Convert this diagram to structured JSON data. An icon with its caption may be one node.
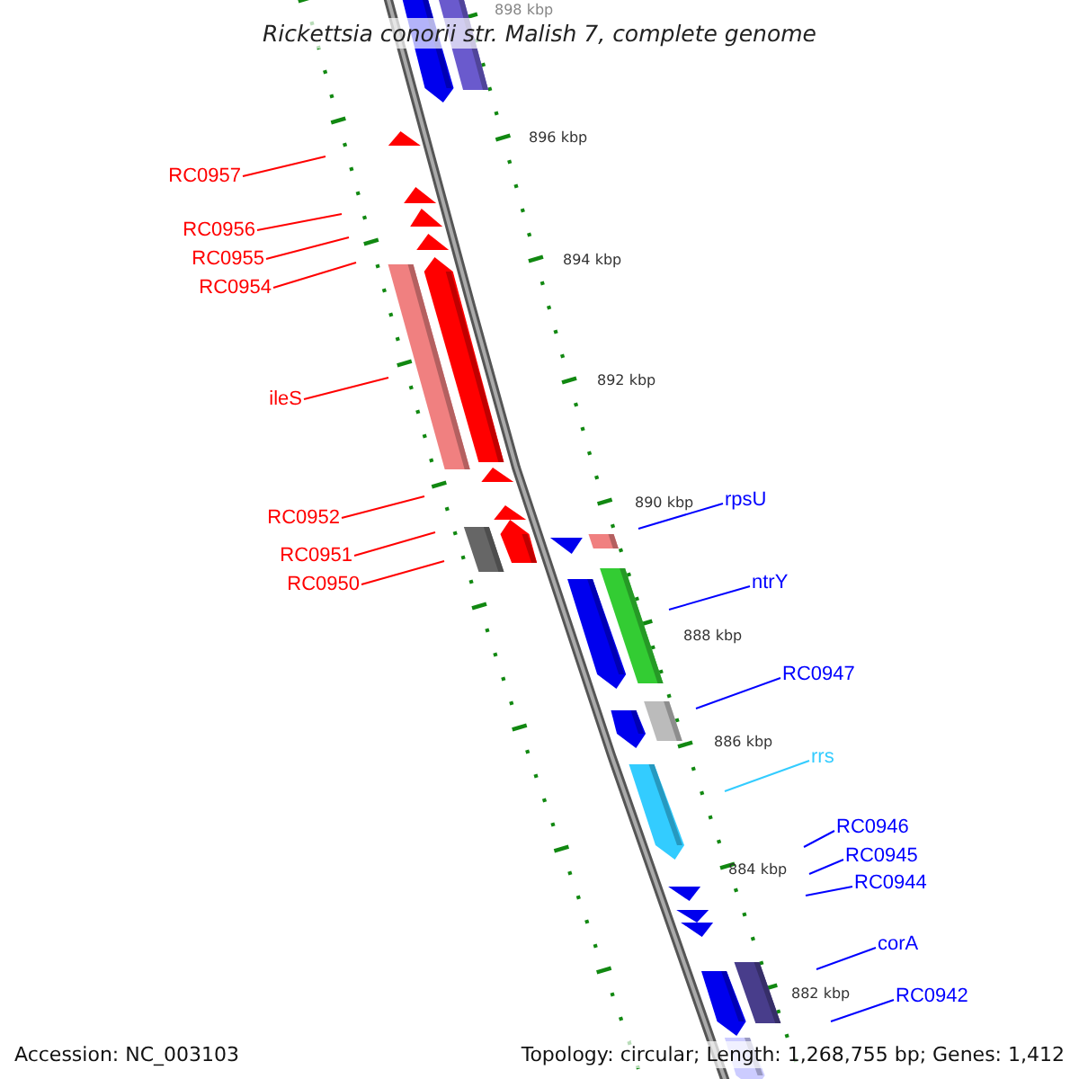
{
  "diagram": {
    "title": "Rickettsia conorii str. Malish 7, complete genome",
    "nodes": [
      {
        "text": [
          "RC0957"
        ]
      },
      {
        "text": [
          "RC0956"
        ]
      },
      {
        "text": [
          "RC0955"
        ]
      },
      {
        "text": [
          "RC0954"
        ]
      },
      {
        "text": [
          "ileS"
        ]
      },
      {
        "text": [
          "RC0952"
        ]
      },
      {
        "text": [
          "RC0951"
        ]
      },
      {
        "text": [
          "RC0950"
        ]
      },
      {
        "text": [
          "rpsU"
        ]
      },
      {
        "text": [
          "ntrY"
        ]
      },
      {
        "text": [
          "RC0947"
        ]
      },
      {
        "text": [
          "rrs"
        ]
      },
      {
        "text": [
          "RC0946"
        ]
      },
      {
        "text": [
          "RC0945"
        ]
      },
      {
        "text": [
          "RC0944"
        ]
      },
      {
        "text": [
          "corA"
        ]
      },
      {
        "text": [
          "RC0942"
        ]
      }
    ],
    "edges": [
      {
        "from": 0,
        "to": null,
        "arrow": "none"
      },
      {
        "from": 1,
        "to": null,
        "arrow": "none"
      },
      {
        "from": 2,
        "to": null,
        "arrow": "none"
      },
      {
        "from": 3,
        "to": null,
        "arrow": "none"
      },
      {
        "from": 4,
        "to": null,
        "arrow": "none"
      },
      {
        "from": 5,
        "to": null,
        "arrow": "none"
      },
      {
        "from": 6,
        "to": null,
        "arrow": "none"
      },
      {
        "from": 7,
        "to": null,
        "arrow": "none"
      },
      {
        "from": 8,
        "to": null,
        "arrow": "none",
        "color": "#0000ff"
      },
      {
        "from": 9,
        "to": null,
        "arrow": "none",
        "color": "#0000ff"
      },
      {
        "from": 10,
        "to": null,
        "arrow": "none",
        "color": "#0000ff"
      },
      {
        "from": 11,
        "to": null,
        "arrow": "none",
        "color": "#33ccff"
      },
      {
        "from": 12,
        "to": null,
        "arrow": "none",
        "color": "#0000ff"
      },
      {
        "from": 13,
        "to": null,
        "arrow": "none",
        "color": "#0000ff"
      },
      {
        "from": 14,
        "to": null,
        "arrow": "none",
        "color": "#0000ff"
      },
      {
        "from": 15,
        "to": null,
        "arrow": "none",
        "color": "#0000ff"
      },
      {
        "from": 16,
        "to": null,
        "arrow": "none",
        "color": "#0000ff"
      }
    ],
    "labels": [
      "898 kbp",
      "896 kbp",
      "894 kbp",
      "892 kbp",
      "890 kbp",
      "888 kbp",
      "886 kbp",
      "884 kbp",
      "882 kbp",
      "Accession: NC_003103",
      "Topology: circular; Length: 1,268,755 bp; Genes: 1,412"
    ]
  }
}
